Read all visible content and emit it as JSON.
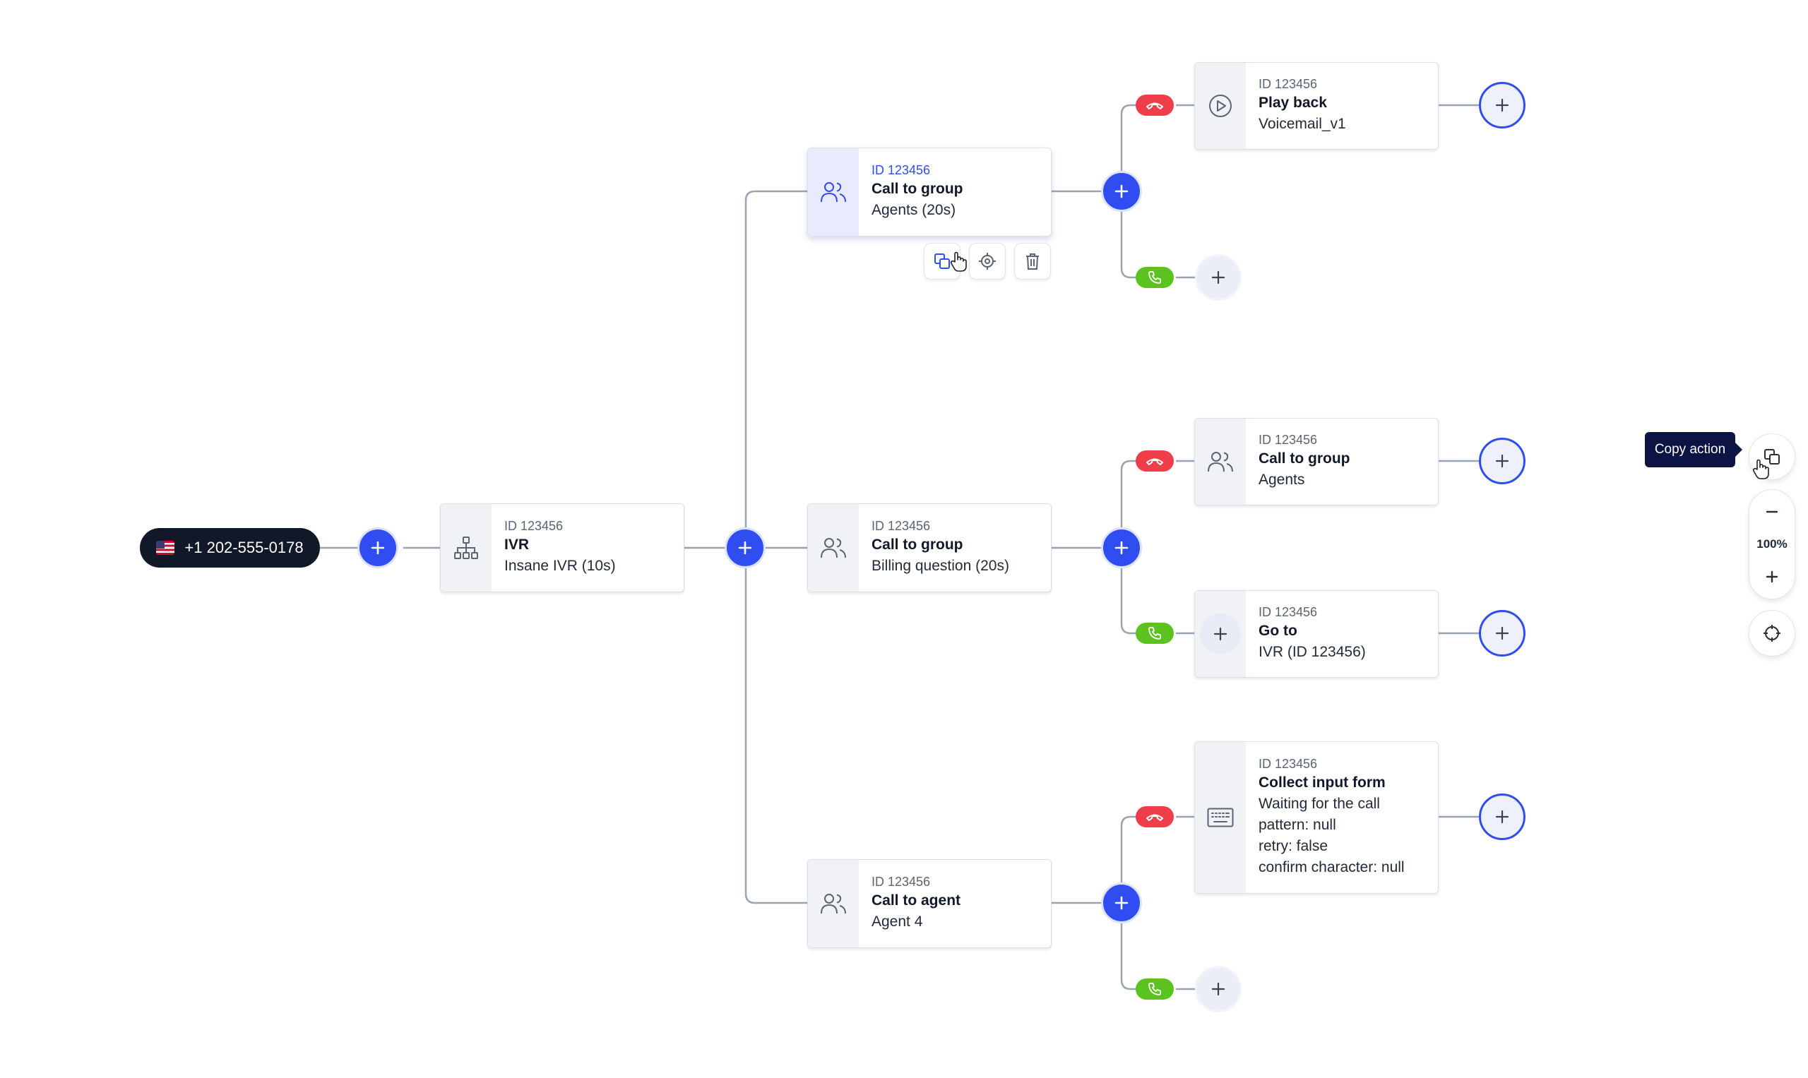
{
  "phone_number": "+1 202-555-0178",
  "nodes": {
    "ivr": {
      "id": "ID 123456",
      "title": "IVR",
      "sub": "Insane IVR (10s)",
      "icon": "sitemap-icon"
    },
    "group_agents": {
      "id": "ID 123456",
      "title": "Call to group",
      "sub": "Agents (20s)",
      "icon": "users-icon"
    },
    "group_billing": {
      "id": "ID 123456",
      "title": "Call to group",
      "sub": "Billing question (20s)",
      "icon": "users-icon"
    },
    "call_agent": {
      "id": "ID 123456",
      "title": "Call to agent",
      "sub": "Agent 4",
      "icon": "users-icon"
    },
    "play_back": {
      "id": "ID 123456",
      "title": "Play back",
      "sub": "Voicemail_v1",
      "icon": "play-circle-icon"
    },
    "group_agents2": {
      "id": "ID 123456",
      "title": "Call to group",
      "sub": "Agents",
      "icon": "users-icon"
    },
    "go_to": {
      "id": "ID 123456",
      "title": "Go to",
      "sub": "IVR (ID 123456)",
      "icon": "plus-icon"
    },
    "collect": {
      "id": "ID 123456",
      "title": "Collect input form",
      "lines": [
        "Waiting for the call",
        "pattern: null",
        "retry: false",
        "confirm character: null"
      ],
      "icon": "keyboard-icon"
    }
  },
  "node_toolbar": [
    "copy-icon",
    "target-icon",
    "trash-icon"
  ],
  "side_panel": {
    "tooltip": "Copy action",
    "zoom_level": "100%"
  },
  "colors": {
    "accent": "#2f4df0",
    "hangup": "#ef3e4a",
    "answer": "#5bc21f",
    "dark": "#111827",
    "wire": "#9aa3b2"
  }
}
